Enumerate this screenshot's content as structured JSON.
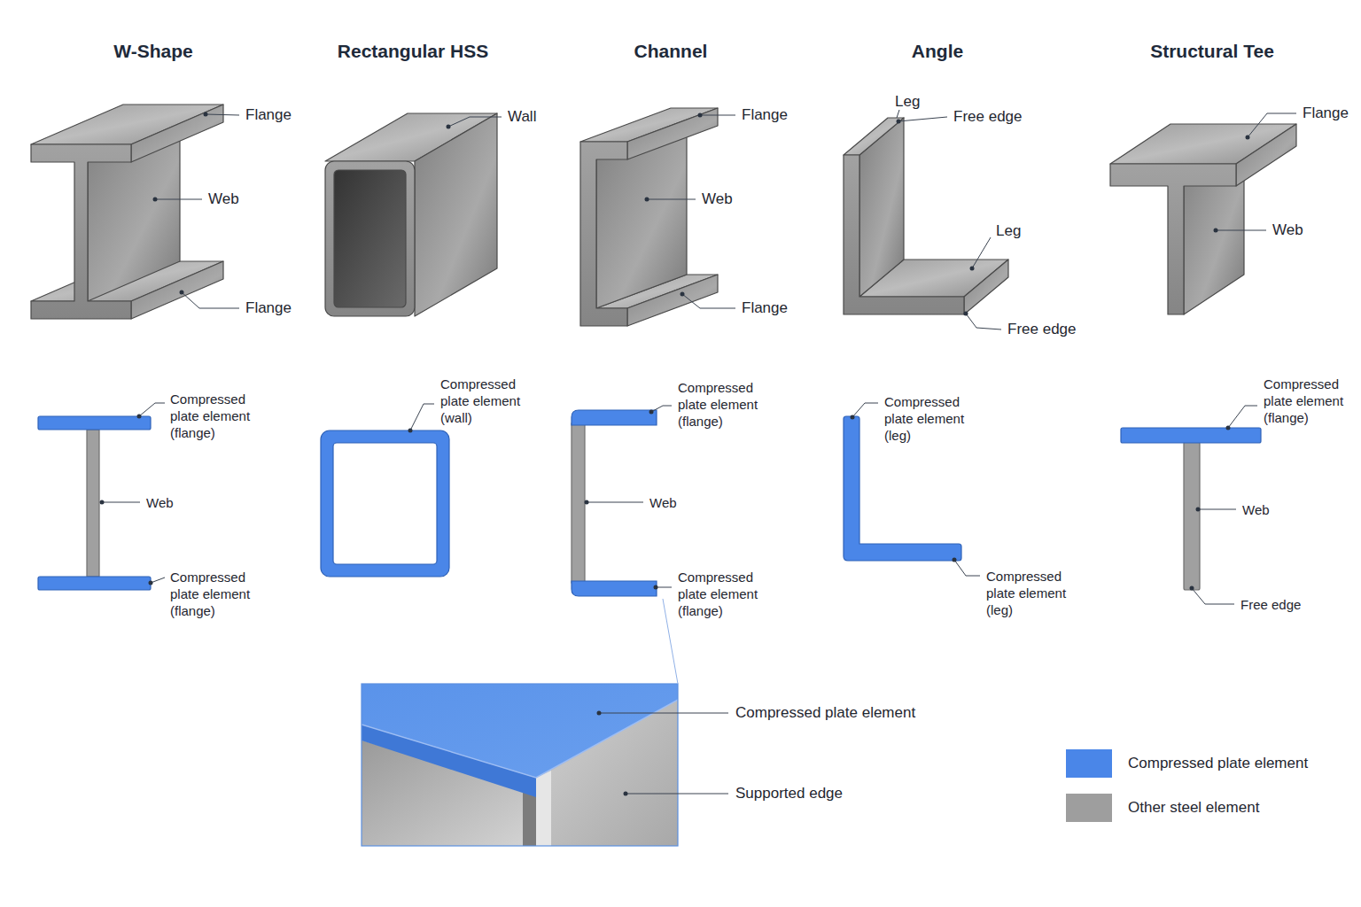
{
  "diagram": {
    "labels": [
      "W-Shape",
      "Rectangular HSS",
      "Channel",
      "Angle",
      "Structural Tee",
      "Flange",
      "Web",
      "Flange",
      "Wall",
      "Flange",
      "Web",
      "Flange",
      "Leg",
      "Free edge",
      "Leg",
      "Free edge",
      "Flange",
      "Web",
      "Compressed plate element (flange)",
      "Web",
      "Compressed plate element (flange)",
      "Compressed plate element (wall)",
      "Compressed plate element (flange)",
      "Web",
      "Compressed plate element (flange)",
      "Compressed plate element (leg)",
      "Compressed plate element (leg)",
      "Compressed plate element (flange)",
      "Web",
      "Free edge",
      "Compressed plate element",
      "Supported edge"
    ],
    "legend": [
      {
        "text": "Compressed plate element",
        "color": "#4a86e8"
      },
      {
        "text": "Other steel element",
        "color": "#9e9e9e"
      }
    ]
  }
}
